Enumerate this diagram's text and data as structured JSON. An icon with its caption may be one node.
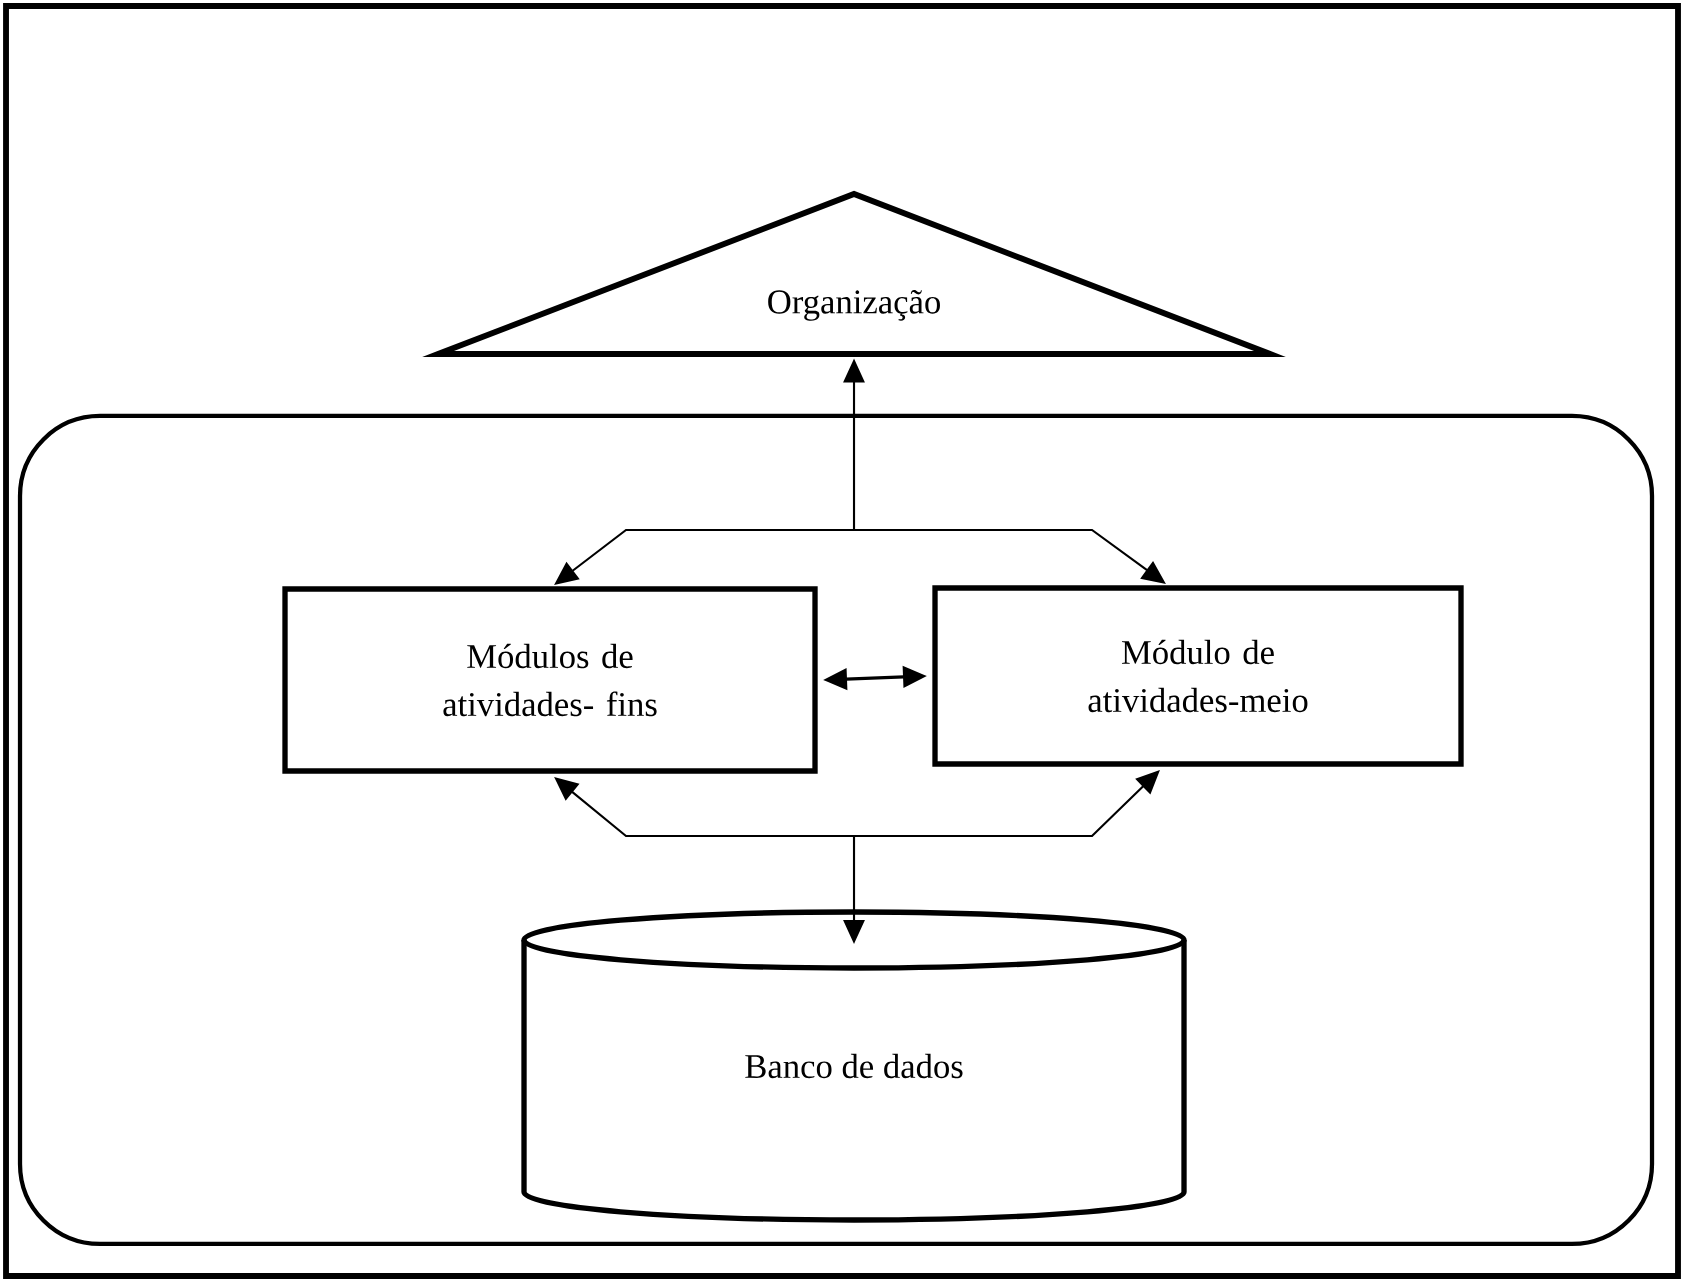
{
  "diagram": {
    "nodes": [
      {
        "text": [
          "Organização"
        ]
      },
      {
        "text": [],
        "shape": "box"
      },
      {
        "text": [
          "Módulos de atividades- fins"
        ],
        "in": 1
      },
      {
        "text": [
          "Módulo de atividades-meio"
        ],
        "in": 1
      },
      {
        "text": [
          "Banco de dados"
        ],
        "in": 1
      }
    ],
    "edges": [
      {
        "from": 2,
        "to": 0,
        "arrow": "both"
      },
      {
        "from": 3,
        "to": 0,
        "arrow": "both"
      },
      {
        "from": 2,
        "to": 3,
        "arrow": "both"
      },
      {
        "from": 2,
        "to": 4,
        "arrow": "both"
      },
      {
        "from": 3,
        "to": 4,
        "arrow": "both"
      }
    ]
  }
}
